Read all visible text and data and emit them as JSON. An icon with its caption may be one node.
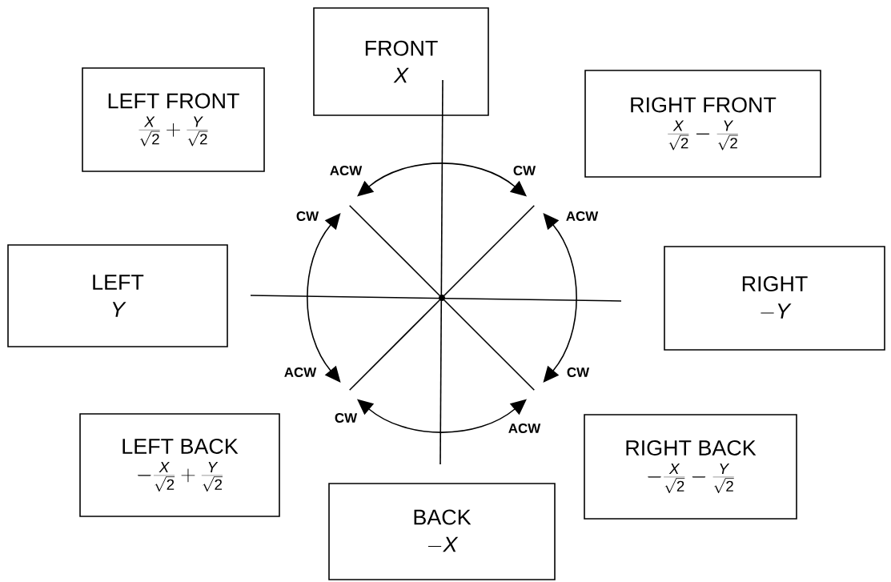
{
  "diagram": {
    "nodes": [
      {
        "text": [
          "FRONT",
          "X"
        ]
      },
      {
        "text": [
          "LEFT FRONT",
          "\\frac{X}{\\sqrt{2}}+\\frac{Y}{\\sqrt{2}}"
        ]
      },
      {
        "text": [
          "RIGHT FRONT",
          "\\frac{X}{\\sqrt{2}}-\\frac{Y}{\\sqrt{2}}"
        ]
      },
      {
        "text": [
          "LEFT",
          "Y"
        ]
      },
      {
        "text": [
          "RIGHT",
          "-Y"
        ]
      },
      {
        "text": [
          "LEFT BACK",
          "-\\frac{X}{\\sqrt{2}}+\\frac{Y}{\\sqrt{2}}"
        ]
      },
      {
        "text": [
          "RIGHT BACK",
          "-\\frac{X}{\\sqrt{2}}-\\frac{Y}{\\sqrt{2}}"
        ]
      },
      {
        "text": [
          "BACK",
          "-X"
        ]
      }
    ],
    "labels": [
      "ACW",
      "CW",
      "CW",
      "ACW",
      "ACW",
      "CW",
      "CW",
      "ACW"
    ]
  }
}
